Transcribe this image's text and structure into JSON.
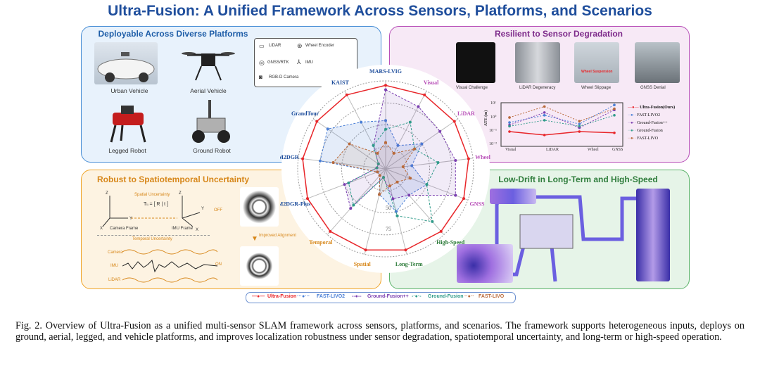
{
  "title": "Ultra-Fusion: A Unified Framework Across Sensors, Platforms, and Scenarios",
  "colors": {
    "blue": "#4a8fd6",
    "purple": "#b84fb8",
    "orange": "#f0a52a",
    "green": "#5bb36a",
    "title": "#1f4e9c",
    "red": "#e8262a"
  },
  "platforms": {
    "title": "Deployable Across Diverse Platforms",
    "items": [
      "Urban Vehicle",
      "Aerial Vehicle",
      "Legged Robot",
      "Ground Robot"
    ],
    "sensors": [
      "LiDAR",
      "Wheel Encoder",
      "GNSS/RTK",
      "IMU",
      "RGB-D Camera"
    ]
  },
  "degradation": {
    "title": "Resilient to Sensor Degradation",
    "images": [
      "Visual Challenge",
      "LiDAR Degeneracy",
      "Wheel Slippage",
      "GNSS Denial"
    ],
    "inset": "Wheel Suspension",
    "ylabel": "ATE (m)",
    "yticks": [
      "10¹",
      "10⁰",
      "10⁻¹",
      "10⁻²"
    ],
    "xticks": [
      "Visual",
      "LiDAR",
      "Wheel",
      "GNSS"
    ],
    "legend": [
      "Ultra-Fusion(Ours)",
      "FAST-LIVO2",
      "Ground-Fusion++",
      "Ground-Fusion",
      "FAST-LIVO"
    ]
  },
  "spatio": {
    "title": "Robust to Spatiotemporal Uncertainty",
    "spatial": "Spatial Uncertainty",
    "transform": "Tₗᵢ = [ R | t ]",
    "camera_frame": "Camera Frame",
    "imu_frame": "IMU Frame",
    "temporal": "Temporal Uncertainty",
    "streams": [
      "Camera",
      "IMU",
      "LiDAR"
    ],
    "off": "OFF",
    "on": "ON",
    "improved": "Improved Alignment",
    "axes": {
      "z": "Z",
      "y": "Y",
      "x": "X"
    },
    "subs": {
      "c": "c",
      "i": "i"
    }
  },
  "longterm": {
    "title": "Low-Drift in Long-Term and High-Speed"
  },
  "radar": {
    "axes": [
      "MARS-LVIG",
      "Visual",
      "LiDAR",
      "Wheel",
      "GNSS",
      "High-Speed",
      "Long-Term",
      "Spatial",
      "Temporal",
      "M2DGR-Plus",
      "M2DGR",
      "GrandTour",
      "KAIST"
    ],
    "rings": [
      "50",
      "75"
    ]
  },
  "chart_data": {
    "type": "line",
    "title": "",
    "xlabel": "",
    "ylabel": "ATE (m)",
    "yscale": "log",
    "ylim": [
      0.01,
      30
    ],
    "categories": [
      "Visual",
      "LiDAR",
      "Wheel",
      "GNSS"
    ],
    "series": [
      {
        "name": "Ultra-Fusion(Ours)",
        "values": [
          0.15,
          0.08,
          0.15,
          0.12
        ]
      },
      {
        "name": "FAST-LIVO2",
        "values": [
          0.8,
          3.0,
          0.6,
          20
        ]
      },
      {
        "name": "Ground-Fusion++",
        "values": [
          0.5,
          5.0,
          0.3,
          8
        ]
      },
      {
        "name": "Ground-Fusion",
        "values": [
          0.4,
          1.2,
          0.4,
          3
        ]
      },
      {
        "name": "FAST-LIVO",
        "values": [
          2.0,
          15,
          1.0,
          10
        ]
      }
    ]
  },
  "footer_legend": [
    "Ultra-Fusion",
    "FAST-LIVO2",
    "Ground-Fusion++",
    "Ground-Fusion",
    "FAST-LIVO"
  ],
  "caption": "Fig. 2.  Overview of Ultra-Fusion as a unified multi-sensor SLAM framework across sensors, platforms, and scenarios. The framework supports heterogeneous inputs, deploys on ground, aerial, legged, and vehicle platforms, and improves localization robustness under sensor degradation, spatiotemporal uncertainty, and long-term or high-speed operation."
}
